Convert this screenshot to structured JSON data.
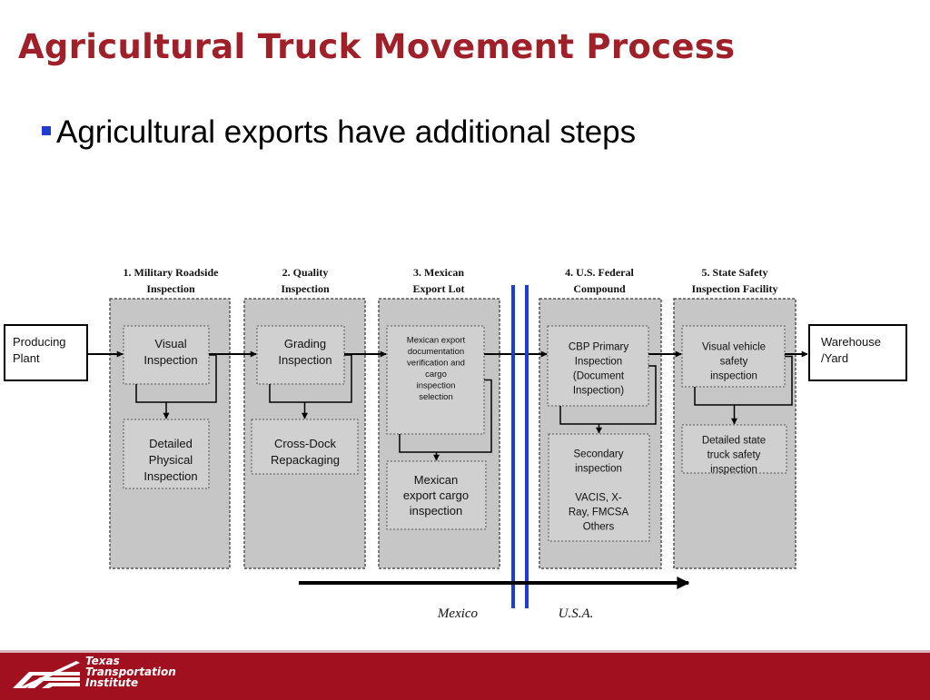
{
  "slide": {
    "title": "Agricultural Truck Movement Process",
    "bullet": "Agricultural exports have additional steps"
  },
  "diagram": {
    "start": [
      "Producing",
      "Plant"
    ],
    "end": [
      "Warehouse",
      "/Yard"
    ],
    "stages": [
      {
        "header": [
          "1. Military Roadside",
          "Inspection"
        ],
        "boxes": [
          [
            "Visual",
            "Inspection"
          ],
          [
            "Detailed",
            "Physical",
            "Inspection"
          ]
        ]
      },
      {
        "header": [
          "2. Quality",
          "Inspection"
        ],
        "boxes": [
          [
            "Grading",
            "Inspection"
          ],
          [
            "Cross-Dock",
            "Repackaging"
          ]
        ]
      },
      {
        "header": [
          "3. Mexican",
          "Export Lot"
        ],
        "boxes": [
          [
            "Mexican export",
            "documentation",
            "verification and",
            "cargo",
            "inspection",
            "selection"
          ],
          [
            "Mexican",
            "export cargo",
            "inspection"
          ]
        ]
      },
      {
        "header": [
          "4. U.S. Federal",
          "Compound"
        ],
        "boxes": [
          [
            "CBP Primary",
            "Inspection",
            "(Document",
            "Inspection)"
          ],
          [
            "Secondary",
            "inspection",
            "",
            "VACIS, X-",
            "Ray, FMCSA",
            "Others"
          ]
        ]
      },
      {
        "header": [
          "5. State Safety",
          "Inspection Facility"
        ],
        "boxes": [
          [
            "Visual vehicle",
            "safety",
            "inspection"
          ],
          [
            "Detailed state",
            "truck safety",
            "inspection"
          ]
        ]
      }
    ],
    "country_left": "Mexico",
    "country_right": "U.S.A."
  },
  "footer": {
    "logo_lines": [
      "Texas",
      "Transportation",
      "Institute"
    ]
  },
  "colors": {
    "title": "#a0202a",
    "bullet_marker": "#1f3ecf",
    "stage_fill": "#c6c6c6",
    "border_lines": "#1f3ecf",
    "footer": "#a0101f"
  }
}
